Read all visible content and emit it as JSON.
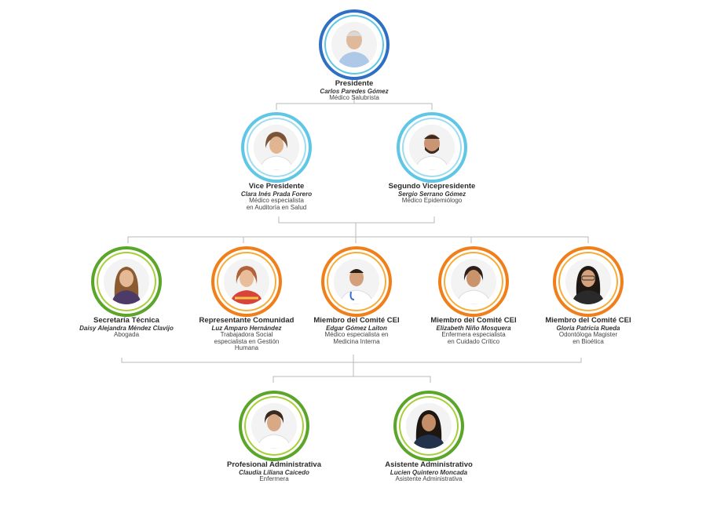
{
  "colors": {
    "blue_dark": "#2f6fc4",
    "blue_light": "#5fc6e6",
    "green_dark": "#5aa52a",
    "green_light": "#a6cf3a",
    "orange_dark": "#f07f1b",
    "orange_light": "#f5ad3b",
    "connector": "#b9b9b9"
  },
  "nodes": [
    {
      "id": "presidente",
      "role": "Presidente",
      "name": "Carlos Paredes Gómez",
      "desc": [
        "Médico Salubrista"
      ],
      "ring": "blue"
    },
    {
      "id": "vicepresidente",
      "role": "Vice Presidente",
      "name": "Clara Inés Prada Forero",
      "desc": [
        "Médico especialista",
        "en Auditoría en Salud"
      ],
      "ring": "lightblue"
    },
    {
      "id": "segundo-vicepresidente",
      "role": "Segundo Vicepresidente",
      "name": "Sergio Serrano Gómez",
      "desc": [
        "Médico Epidemiólogo"
      ],
      "ring": "lightblue"
    },
    {
      "id": "secretaria-tecnica",
      "role": "Secretaría Técnica",
      "name": "Daisy Alejandra Méndez Clavijo",
      "desc": [
        "Abogada"
      ],
      "ring": "green"
    },
    {
      "id": "representante-comunidad",
      "role": "Representante Comunidad",
      "name": "Luz Amparo Hernández",
      "desc": [
        "Trabajadora Social",
        "especialista en Gestión",
        "Humana"
      ],
      "ring": "orange"
    },
    {
      "id": "miembro-1",
      "role": "Miembro del Comité CEI",
      "name": "Edgar Gómez Laiton",
      "desc": [
        "Médico especialista en",
        "Medicina Interna"
      ],
      "ring": "orange"
    },
    {
      "id": "miembro-2",
      "role": "Miembro del Comité CEI",
      "name": "Elizabeth Niño Mosquera",
      "desc": [
        "Enfermera especialista",
        "en Cuidado Crítico"
      ],
      "ring": "orange"
    },
    {
      "id": "miembro-3",
      "role": "Miembro del Comité CEI",
      "name": "Gloria Patricia Rueda",
      "desc": [
        "Odontóloga Magister",
        "en Bioética"
      ],
      "ring": "orange"
    },
    {
      "id": "profesional-administrativa",
      "role": "Profesional Administrativa",
      "name": "Claudia Liliana Caicedo",
      "desc": [
        "Enfermera"
      ],
      "ring": "green"
    },
    {
      "id": "asistente-administrativo",
      "role": "Asistente Administrativo",
      "name": "Lucien Quintero Moncada",
      "desc": [
        "Asistente Administrativa"
      ],
      "ring": "green"
    }
  ]
}
